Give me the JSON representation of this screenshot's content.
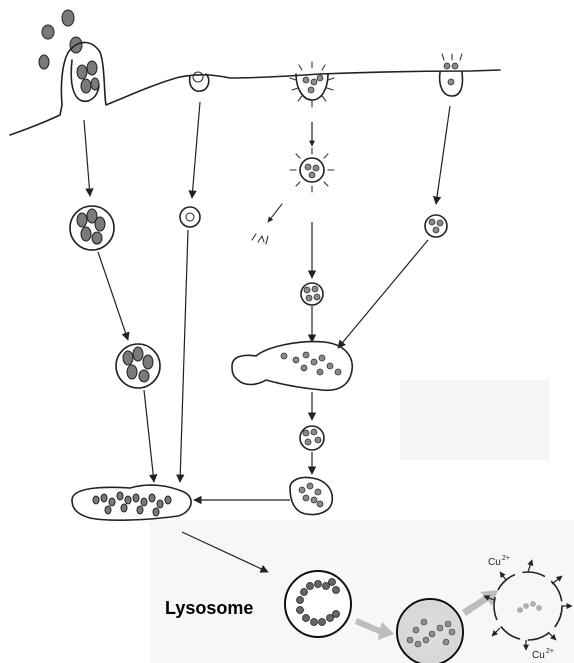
{
  "labels": {
    "lysosome": "Lysosome",
    "cu_top": "Cu",
    "cu_top_sup": "2+",
    "cu_bottom": "Cu",
    "cu_bottom_sup": "2+"
  },
  "colors": {
    "ink": "#222222",
    "particle": "#7a7a7a",
    "grey_arrow": "#bdbdbd",
    "lysosome_fill_filled": "#cfcfcf"
  },
  "icons": {
    "released_ions": "arrows-outward-icon"
  }
}
